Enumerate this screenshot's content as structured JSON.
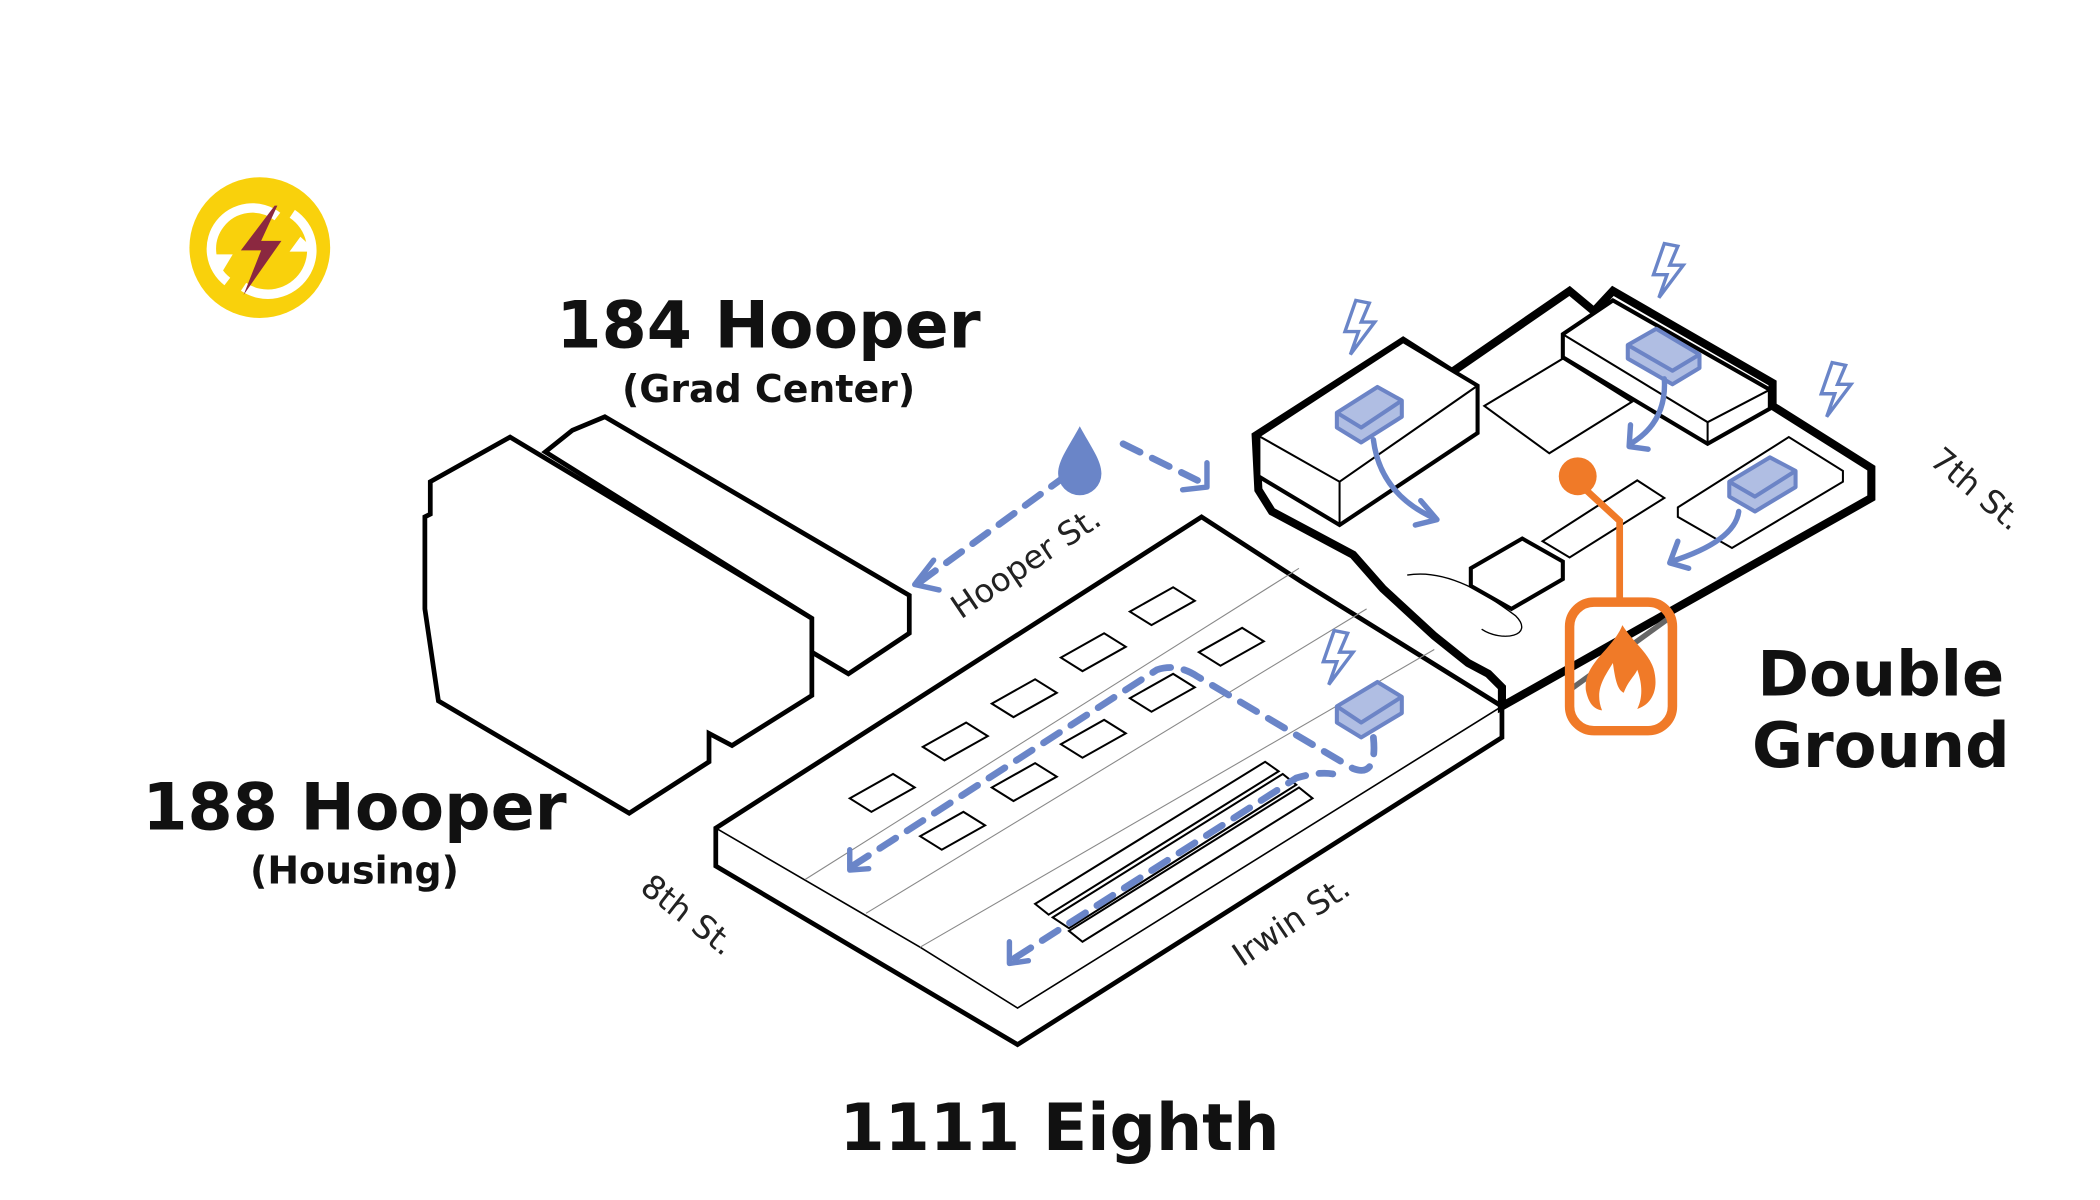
{
  "colors": {
    "logo_yellow": "#F9D10C",
    "logo_bolt": "#8B2840",
    "energy_blue": "#6A85C8",
    "unit_fill": "#B0BEE3",
    "heat_orange": "#F07A28"
  },
  "logo": {
    "icon": "energy-exchange-icon"
  },
  "buildings": {
    "grad_center": {
      "name": "184 Hooper",
      "subtitle": "(Grad Center)"
    },
    "housing": {
      "name": "188 Hooper",
      "subtitle": "(Housing)"
    },
    "eighth": {
      "name": "1111 Eighth"
    },
    "double_ground": {
      "line1": "Double",
      "line2": "Ground"
    }
  },
  "streets": {
    "hooper": "Hooper St.",
    "eighth": "8th St.",
    "irwin": "Irwin St.",
    "seventh": "7th St."
  },
  "icons": {
    "water": "water-drop-icon",
    "power": "lightning-bolt-icon",
    "heat": "flame-icon",
    "unit": "rooftop-unit-icon"
  }
}
